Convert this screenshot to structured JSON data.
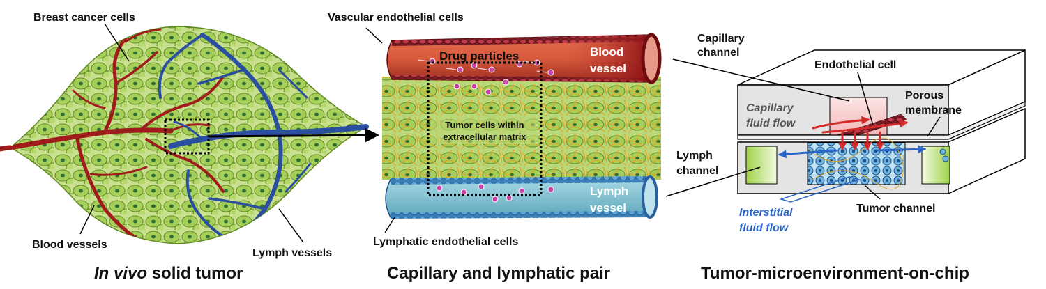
{
  "panels": {
    "in_vivo": {
      "caption_italic": "In vivo",
      "caption_rest": " solid tumor",
      "labels": {
        "breast_cancer_cells": "Breast cancer cells",
        "blood_vessels": "Blood vessels",
        "lymph_vessels": "Lymph vessels"
      }
    },
    "pair": {
      "caption": "Capillary and lymphatic pair",
      "labels": {
        "vascular_endothelial": "Vascular endothelial cells",
        "drug_particles": "Drug particles",
        "blood_vessel_1": "Blood",
        "blood_vessel_2": "vessel",
        "tumor_cells_1": "Tumor cells within",
        "tumor_cells_2": "extracellular matrix",
        "lymph_vessel_1": "Lymph",
        "lymph_vessel_2": "vessel",
        "lymphatic_endothelial": "Lymphatic endothelial cells"
      }
    },
    "chip": {
      "caption": "Tumor-microenvironment-on-chip",
      "labels": {
        "capillary_channel_1": "Capillary",
        "capillary_channel_2": "channel",
        "endothelial_cell": "Endothelial cell",
        "porous_membrane_1": "Porous",
        "porous_membrane_2": "membrane",
        "capillary_flow_1": "Capillary",
        "capillary_flow_2": "fluid flow",
        "lymph_channel_1": "Lymph",
        "lymph_channel_2": "channel",
        "interstitial_flow_1": "Interstitial",
        "interstitial_flow_2": "fluid flow",
        "tumor_channel": "Tumor channel"
      }
    }
  },
  "colors": {
    "tumor_green": "#a6cf5a",
    "blood_red": "#a01c1c",
    "lymph_blue": "#2b4fa0",
    "lymph_vessel_fill": "#6fb8c8",
    "flow_red": "#d42a2a",
    "flow_blue": "#2a66c8"
  }
}
